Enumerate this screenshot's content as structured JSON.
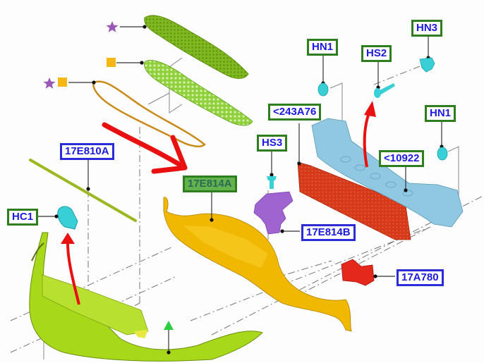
{
  "diagram": {
    "title": "Front bumper exploded parts diagram",
    "callouts": [
      {
        "id": "hn1_top",
        "text": "HN1",
        "style": "green"
      },
      {
        "id": "hs2",
        "text": "HS2",
        "style": "green"
      },
      {
        "id": "hn3",
        "text": "HN3",
        "style": "green"
      },
      {
        "id": "p243a76",
        "text": "<243A76",
        "style": "green"
      },
      {
        "id": "hn1_right",
        "text": "HN1",
        "style": "green"
      },
      {
        "id": "hs3",
        "text": "HS3",
        "style": "green"
      },
      {
        "id": "p10922",
        "text": "<10922",
        "style": "green"
      },
      {
        "id": "p17e810a",
        "text": "17E810A",
        "style": "blue"
      },
      {
        "id": "p17e814a",
        "text": "17E814A",
        "style": "highlight"
      },
      {
        "id": "hc1",
        "text": "HC1",
        "style": "green"
      },
      {
        "id": "p17e814b",
        "text": "17E814B",
        "style": "blue"
      },
      {
        "id": "p17a780",
        "text": "17A780",
        "style": "blue"
      }
    ],
    "symbols": [
      {
        "name": "star",
        "color": "#9b59b6",
        "meaning": "variant marker"
      },
      {
        "name": "square",
        "color": "#f5b716",
        "meaning": "variant marker"
      },
      {
        "name": "triangle",
        "color": "#2ecc40",
        "meaning": "variant marker"
      }
    ],
    "colors": {
      "grille_upper": "#7fb81f",
      "grille_lower": "#8fd13a",
      "surround": "#c98a1a",
      "deflector": "#f0b800",
      "bumper_cover": "#a8d81a",
      "reinforcement": "#8fc8e0",
      "absorber": "#d63a1a",
      "clips": "#38cfd6",
      "bracket": "#a064d0",
      "sensor": "#e5281c",
      "annotation_arrow": "#e81010"
    }
  }
}
